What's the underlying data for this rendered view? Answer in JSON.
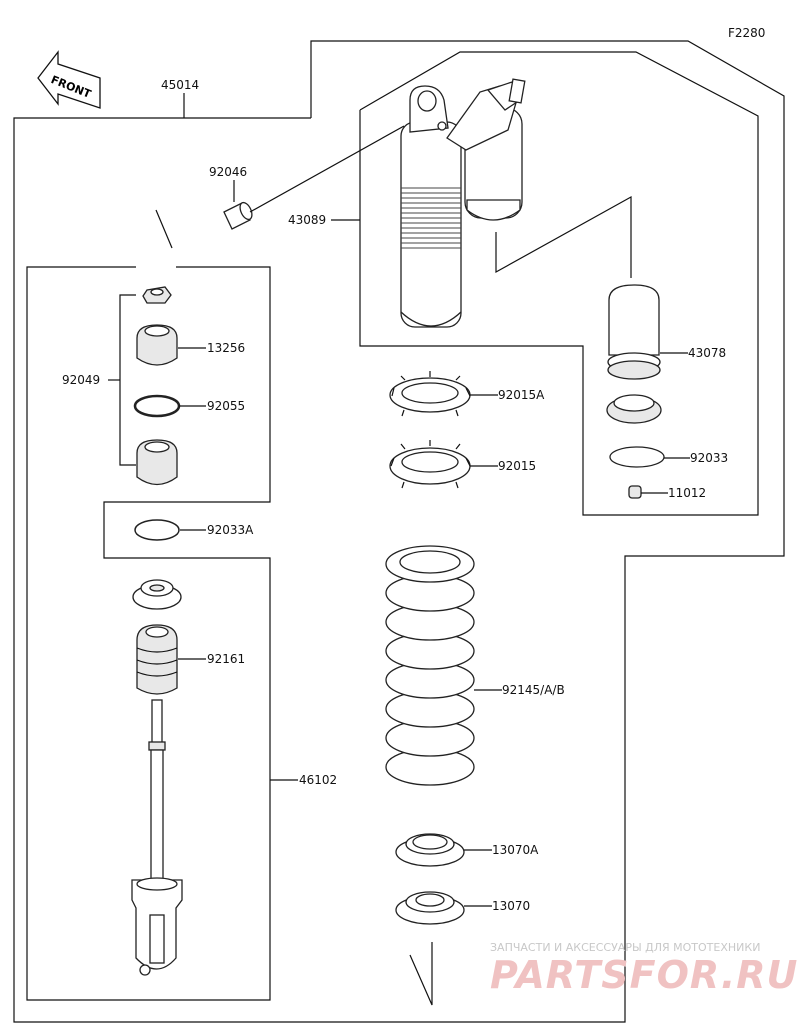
{
  "diagram_code": "F2280",
  "front_label": "FRONT",
  "labels": {
    "l45014": "45014",
    "l92046": "92046",
    "l43089": "43089",
    "l13256": "13256",
    "l92049": "92049",
    "l92055": "92055",
    "l92033A": "92033A",
    "l92161": "92161",
    "l46102": "46102",
    "l43078": "43078",
    "l92015A": "92015A",
    "l92015": "92015",
    "l92033": "92033",
    "l11012": "11012",
    "l92145": "92145/A/B",
    "l13070A": "13070A",
    "l13070": "13070"
  },
  "watermark": {
    "line1": "ЗАПЧАСТИ И АКСЕССУАРЫ ДЛЯ МОТОТЕХНИКИ",
    "line2": "PARTSFOR.RU"
  }
}
